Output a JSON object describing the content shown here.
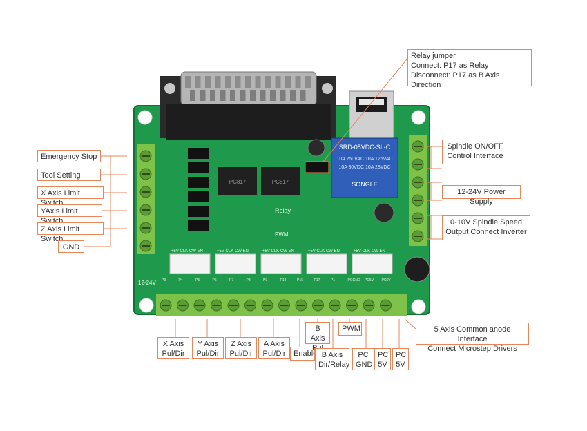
{
  "board": {
    "relay_text": "SRD-05VDC-SL-C",
    "relay_brand": "SONGLE",
    "relay_rating_1": "10A 250VAC 10A 125VAC",
    "relay_rating_2": "10A 30VDC 10A 28VDC",
    "chip_label_1": "PC817",
    "chip_label_2": "PC817",
    "relay_silk": "Relay",
    "pwm_silk": "PWM",
    "power_silk": "12-24V",
    "header_silk": [
      "+5V CLK CW EN",
      "+5V CLK CW EN",
      "+5V CLK CW EN",
      "+5V CLK CW EN",
      "+5V CLK CW EN"
    ],
    "terminal_silk": [
      "P3",
      "P4",
      "P5",
      "P6",
      "P7",
      "P8",
      "P9",
      "P14",
      "P16",
      "P17",
      "P1",
      "PCGND",
      "PC5V",
      "PC5V"
    ]
  },
  "callouts": {
    "relay_jumper": [
      "Relay jumper",
      "Connect: P17 as Relay",
      "Disconnect: P17 as B Axis Direction"
    ],
    "left": [
      "Emergency Stop",
      "Tool Setting",
      "X Axis Limit Switch",
      "YAxis Limit Switch",
      "Z Axis Limit Switch",
      "GND"
    ],
    "spindle": [
      "Spindle ON/OFF",
      "Control Interface"
    ],
    "power": "12-24V Power Supply",
    "speed": [
      "0-10V Spindle Speed",
      "Output Connect Inverter"
    ],
    "common_anode": [
      "5 Axis Common anode Interface",
      "Connect Microstep Drivers"
    ],
    "x_axis": [
      "X Axis",
      "Pul/Dir"
    ],
    "y_axis": [
      "Y Axis",
      "Pul/Dir"
    ],
    "z_axis": [
      "Z Axis",
      "Pul/Dir"
    ],
    "a_axis": [
      "A Axis",
      "Pul/Dir"
    ],
    "enable": "Enable",
    "b_pul": [
      "B Axis",
      "Pul"
    ],
    "b_dir": [
      "B Axis",
      "Dir/Relay"
    ],
    "pwm": "PWM",
    "pc_gnd": [
      "PC",
      "GND"
    ],
    "pc_5v_1": [
      "PC",
      "5V"
    ],
    "pc_5v_2": [
      "PC",
      "5V"
    ]
  },
  "colors": {
    "pcb": "#1f9a4c",
    "pcb_dark": "#157a39",
    "terminal": "#7fc24a",
    "relay": "#2f5fb8",
    "callout_border": "#e8865a",
    "connector": "#3a3a3a"
  }
}
